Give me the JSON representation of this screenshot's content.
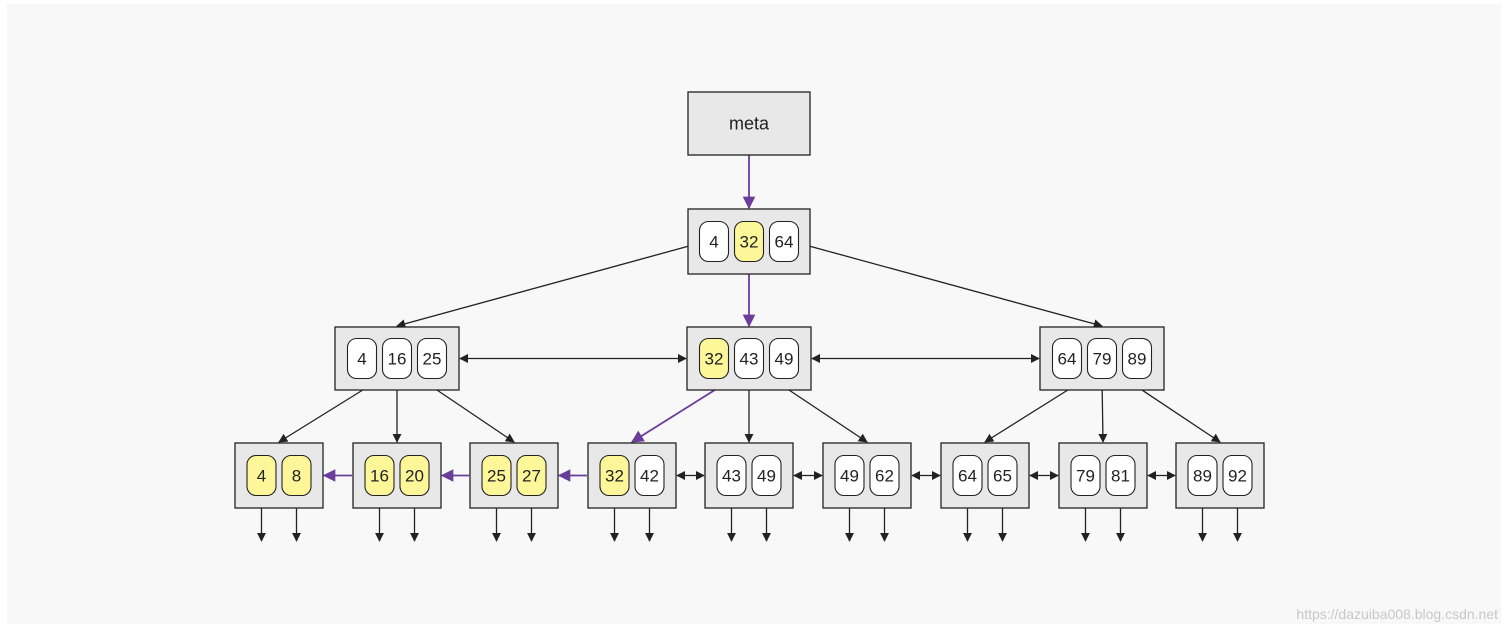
{
  "colors": {
    "background": "#f8f8f8",
    "node_fill": "#e8e8e8",
    "node_stroke": "#222222",
    "key_fill": "#ffffff",
    "key_highlight": "#fdf79a",
    "edge": "#222222",
    "search_path": "#6a3d9a"
  },
  "tree": {
    "meta": {
      "label": "meta"
    },
    "root": {
      "keys": [
        "4",
        "32",
        "64"
      ],
      "highlighted": [
        1
      ]
    },
    "internal": [
      {
        "keys": [
          "4",
          "16",
          "25"
        ],
        "highlighted": []
      },
      {
        "keys": [
          "32",
          "43",
          "49"
        ],
        "highlighted": [
          0
        ]
      },
      {
        "keys": [
          "64",
          "79",
          "89"
        ],
        "highlighted": []
      }
    ],
    "leaves": [
      {
        "keys": [
          "4",
          "8"
        ],
        "highlighted": [
          0,
          1
        ]
      },
      {
        "keys": [
          "16",
          "20"
        ],
        "highlighted": [
          0,
          1
        ]
      },
      {
        "keys": [
          "25",
          "27"
        ],
        "highlighted": [
          0,
          1
        ]
      },
      {
        "keys": [
          "32",
          "42"
        ],
        "highlighted": [
          0
        ]
      },
      {
        "keys": [
          "43",
          "49"
        ],
        "highlighted": []
      },
      {
        "keys": [
          "49",
          "62"
        ],
        "highlighted": []
      },
      {
        "keys": [
          "64",
          "65"
        ],
        "highlighted": []
      },
      {
        "keys": [
          "79",
          "81"
        ],
        "highlighted": []
      },
      {
        "keys": [
          "89",
          "92"
        ],
        "highlighted": []
      }
    ],
    "leaf_link_style": [
      "back",
      "back",
      "back",
      "both",
      "both",
      "both",
      "both",
      "both"
    ]
  },
  "watermark": "https://dazuiba008.blog.csdn.net"
}
